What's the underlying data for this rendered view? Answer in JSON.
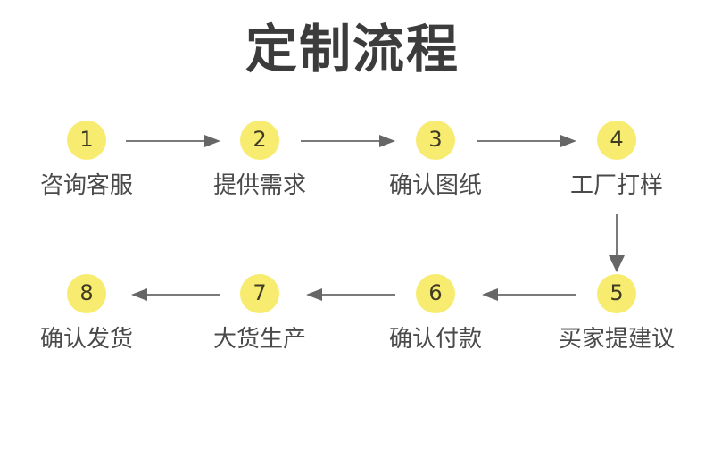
{
  "page": {
    "title": "定制流程",
    "background_color": "#ffffff",
    "title_color": "#3c3c3c",
    "accent_color": "#f8ec70",
    "arrow_color": "#7a7a7a",
    "label_color": "#4a4a4a"
  },
  "flow": {
    "rows": [
      {
        "direction": "left-to-right",
        "steps": [
          {
            "number": "1",
            "label": "咨询客服"
          },
          {
            "number": "2",
            "label": "提供需求"
          },
          {
            "number": "3",
            "label": "确认图纸"
          },
          {
            "number": "4",
            "label": "工厂打样"
          }
        ]
      },
      {
        "direction": "right-to-left",
        "steps": [
          {
            "number": "8",
            "label": "确认发货"
          },
          {
            "number": "7",
            "label": "大货生产"
          },
          {
            "number": "6",
            "label": "确认付款"
          },
          {
            "number": "5",
            "label": "买家提建议"
          }
        ]
      }
    ],
    "connectors": [
      {
        "name": "arrow-1-to-2",
        "orientation": "horizontal",
        "points": "right"
      },
      {
        "name": "arrow-2-to-3",
        "orientation": "horizontal",
        "points": "right"
      },
      {
        "name": "arrow-3-to-4",
        "orientation": "horizontal",
        "points": "right"
      },
      {
        "name": "arrow-4-to-5",
        "orientation": "vertical",
        "points": "down"
      },
      {
        "name": "arrow-5-to-6",
        "orientation": "horizontal",
        "points": "left"
      },
      {
        "name": "arrow-6-to-7",
        "orientation": "horizontal",
        "points": "left"
      },
      {
        "name": "arrow-7-to-8",
        "orientation": "horizontal",
        "points": "left"
      }
    ]
  }
}
